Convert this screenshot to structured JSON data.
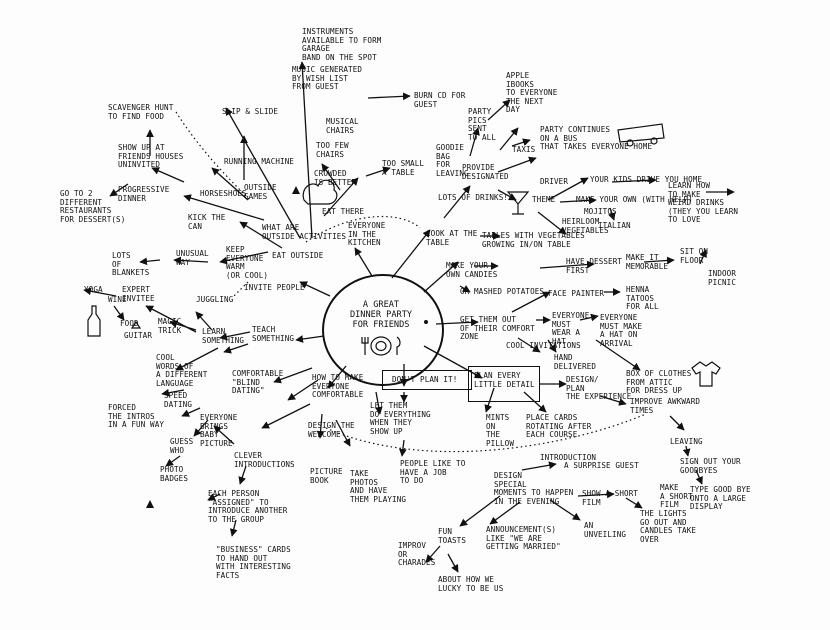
{
  "center": "A GREAT\nDINNER PARTY\nFOR FRIENDS",
  "nodes": {
    "instruments": "INSTRUMENTS\nAVAILABLE TO FORM\nGARAGE\nBAND ON THE SPOT",
    "music": "MUSIC GENERATED\nBY WISH LIST\nFROM GUEST",
    "burn_cd": "BURN CD FOR\nGUEST",
    "apple_ibooks": "APPLE\nIBOOKS\nTO EVERYONE\nTHE NEXT\nDAY",
    "party_pics": "PARTY\nPICS\nSENT\nTO ALL",
    "goodie_bags": "GOODIE\nBAG\nFOR\nLEAVING",
    "party_continues": "PARTY CONTINUES\nON A BUS\nTHAT TAKES EVERYONE HOME",
    "taxis": "TAXIS",
    "provide_designated": "PROVIDE\nDESIGNATED",
    "driver": "DRIVER",
    "kids_drive": "YOUR KIDS DRIVE YOU HOME",
    "lots_of_drinks": "LOTS OF DRINKS!",
    "theme": "THEME",
    "make_your_own": "MAKE YOUR OWN (WITH HELP)",
    "mojitos": "MOJITOS",
    "learn_weird": "LEARN HOW\nTO MAKE\nWEIRD DRINKS\n(THEY YOU LEARN\nTO LOVE",
    "heirloom": "HEIRLOOM\nVEGETABLES",
    "italian": "ITALIAN",
    "cook_at_table": "COOK AT THE\nTABLE",
    "tables_grown": "TABLES WITH VEGETABLES\nGROWING IN/ON TABLE",
    "make_candies": "MAKE YOUR\nOWN CANDIES",
    "mashed": "OR MASHED POTATOES",
    "dessert_first": "HAVE DESSERT\nFIRST",
    "memorable": "MAKE IT\nMEMORABLE",
    "sit_floor": "SIT ON\nFLOOR",
    "indoor_picnic": "INDOOR\nPICNIC",
    "face_painter": "FACE PAINTER",
    "henna": "HENNA\nTATOOS\nFOR ALL",
    "comfort_zone": "GET THEM OUT\nOF THEIR COMFORT\nZONE",
    "everyone_must_wear": "EVERYONE\nMUST\nWEAR A\nHAT",
    "make_hat": "EVERYONE\nMUST MAKE\nA HAT ON\nARRIVAL",
    "cool_invites": "COOL INVITATIONS",
    "hand_delivered": "HAND\nDELIVERED",
    "box_clothes": "BOX OF CLOTHES\nFROM ATTIC\nFOR DRESS UP",
    "everyone_kitchen": "EVERYONE\nIN THE\nKITCHEN",
    "eat_there": "EAT THERE",
    "crowded": "CROWDED\nIS BETTER",
    "too_few_chairs": "TOO FEW\nCHAIRS",
    "musical_chairs": "MUSICAL\nCHAIRS",
    "too_small_table": "TOO SMALL\nA TABLE",
    "eat_outside": "EAT OUTSIDE",
    "outside_activities": "WHAT ARE\nOUTSIDE ACTIVITIES",
    "slip_slide": "SLIP & SLIDE",
    "running_machine": "RUNNING MACHINE",
    "horseshoes": "HORSESHOES",
    "outside_games": "OUTSIDE\nGAMES",
    "kick_can": "KICK THE\nCAN",
    "scavenger": "SCAVENGER HUNT\nTO FIND FOOD",
    "show_up": "SHOW UP AT\nFRIENDS HOUSES\nUNINVITED",
    "progressive": "PROGRESSIVE\nDINNER",
    "go_to_2": "GO TO 2\nDIFFERENT\nRESTAURANTS\nFOR DESSERT(S)",
    "lots_blankets": "LOTS\nOF\nBLANKETS",
    "unusual_way": "UNUSUAL\nWAY",
    "keep_warm": "KEEP\nEVERYONE\nWARM\n(OR COOL)",
    "invite_people": "INVITE PEOPLE",
    "expert_invitee": "EXPERT\nINVITEE",
    "wine": "WINE",
    "yoga": "YOGA",
    "food": "FOOD",
    "guitar": "GUITAR",
    "magic_trick": "MAGIC\nTRICK",
    "juggling": "JUGGLING",
    "learn_something": "LEARN\nSOMETHING",
    "teach_something": "TEACH\nSOMETHING",
    "cool_words": "COOL\nWORDS OF\nA DIFFERENT\nLANGUAGE",
    "comfortable_blind": "COMFORTABLE\n\"BLIND\nDATING\"",
    "speed_dating": "SPEED\nDATING",
    "forced_intros": "FORCED\nTHE INTROS\nIN A FUN WAY",
    "baby_picture": "EVERYONE\nBRINGS\nBABY\nPICTURE",
    "guess_who": "GUESS\nWHO",
    "photo_badges": "PHOTO\nBADGES",
    "how_to_make": "HOW TO MAKE\nEVERYONE\nCOMFORTABLE",
    "design_welcome": "DESIGN THE\nWELCOME",
    "clever_intros": "CLEVER\nINTRODUCTIONS",
    "picture_book": "PICTURE\nBOOK",
    "take_photos": "TAKE\nPHOTOS\nAND HAVE\nTHEM PLAYING",
    "each_person": "EACH PERSON\n\"ASSIGNED\" TO\nINTRODUCE ANOTHER\nTO THE GROUP",
    "business_cards": "\"BUSINESS\" CARDS\nTO HAND OUT\nWITH INTERESTING\nFACTS",
    "dont_plan": "DON'T PLAN IT!",
    "let_them": "LET THEM\nDO EVERYTHING\nWHEN THEY\nSHOW UP",
    "people_job": "PEOPLE LIKE TO\nHAVE A JOB\nTO DO",
    "plan_every": "PLAN EVERY\nLITTLE DETAIL",
    "mints": "MINTS\nON\nTHE\nPILLOW",
    "place_cards": "PLACE CARDS\nROTATING AFTER\nEACH COURSE",
    "design_plan": "DESIGN/\nPLAN\nTHE EXPERIENCE",
    "improve_times": "IMPROVE AWKWARD\nTIMES",
    "leaving": "LEAVING",
    "sign_out": "SIGN OUT YOUR\nGOODBYES",
    "type_goodbye": "TYPE GOOD BYE\nONTO A LARGE\nDISPLAY",
    "introduction": "INTRODUCTION",
    "surprise_guest": "A SURPRISE GUEST",
    "design_moments": "DESIGN\nSPECIAL\nMOMENTS TO HAPPEN\nIN THE EVENING",
    "show_film": "SHOW A SHORT\nFILM",
    "make_film": "MAKE\nA SHORT\nFILM",
    "lights_out": "THE LIGHTS\nGO OUT AND\nCANDLES TAKE\nOVER",
    "unveiling": "AN\nUNVEILING",
    "fun_toasts": "FUN\nTOASTS",
    "improv": "IMPROV\nOR\nCHARADES",
    "announcement": "ANNOUNCEMENT(S)\nLIKE \"WE ARE\nGETTING MARRIED\"",
    "lucky": "ABOUT HOW WE\nLUCKY TO BE US"
  }
}
